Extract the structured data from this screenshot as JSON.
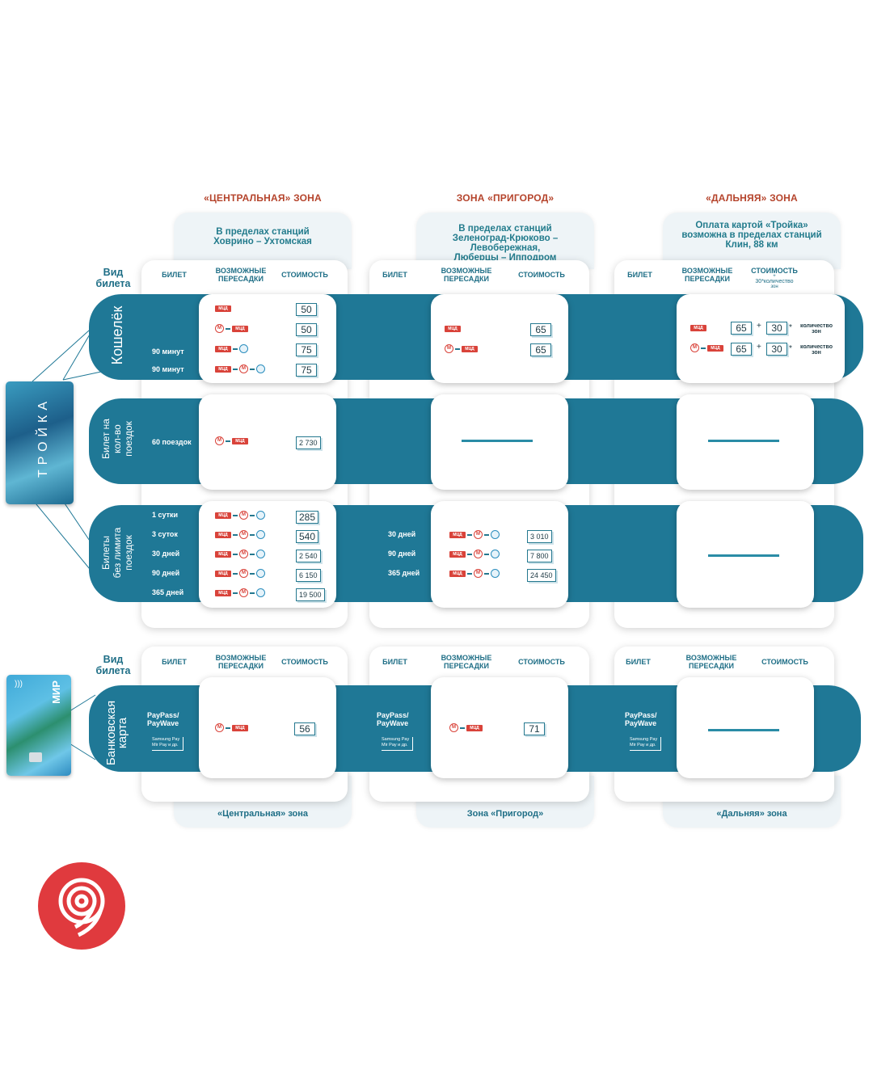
{
  "zones": [
    {
      "title": "«ЦЕНТРАЛЬНАЯ» ЗОНА",
      "desc": [
        "В пределах станций",
        "Ховрино – Ухтомская"
      ],
      "footer": "«Центральная» зона"
    },
    {
      "title": "ЗОНА «ПРИГОРОД»",
      "desc": [
        "В пределах станций",
        "Зеленоград-Крюково – Левобережная,",
        "Люберцы – Ипподром"
      ],
      "footer": "Зона «Пригород»"
    },
    {
      "title": "«ДАЛЬНЯЯ» ЗОНА",
      "desc": [
        "Оплата картой «Тройка»",
        "возможна в пределах станций",
        "Клин, 88 км"
      ],
      "footer": "«Дальняя» зона"
    }
  ],
  "headers": {
    "vid": [
      "Вид",
      "билета"
    ],
    "bilet": "БИЛЕТ",
    "transfers": [
      "ВОЗМОЖНЫЕ",
      "ПЕРЕСАДКИ"
    ],
    "cost": "СТОИМОСТЬ",
    "cost_far": [
      "СТОИМОСТЬ",
      "+",
      "30*количество",
      "зон"
    ]
  },
  "rows": {
    "wallet": {
      "label": "Кошелёк",
      "central_tickets": [
        "",
        "",
        "90 минут",
        "90 минут"
      ],
      "central_prices": [
        "50",
        "50",
        "75",
        "75"
      ],
      "suburb_prices": [
        "65",
        "65"
      ],
      "far_prices": [
        "65",
        "30",
        "65",
        "30"
      ],
      "far_qty": "количество зон"
    },
    "trips": {
      "label": [
        "Билет на",
        "кол-во",
        "поездок"
      ],
      "central_ticket": "60 поездок",
      "central_price": "2 730"
    },
    "unlimited": {
      "label": [
        "Билеты",
        "без лимита",
        "поездок"
      ],
      "central_tickets": [
        "1 сутки",
        "3 суток",
        "30 дней",
        "90 дней",
        "365 дней"
      ],
      "central_prices": [
        "285",
        "540",
        "2 540",
        "6 150",
        "19 500"
      ],
      "suburb_tickets": [
        "30 дней",
        "90 дней",
        "365 дней"
      ],
      "suburb_prices": [
        "3 010",
        "7 800",
        "24 450"
      ]
    },
    "bank": {
      "label": [
        "Банковская",
        "карта"
      ],
      "pay": [
        "PayPass/",
        "PayWave"
      ],
      "pay_sub": [
        "Samsung Pay",
        "Mir Pay и др."
      ],
      "central_price": "56",
      "suburb_price": "71"
    }
  },
  "cards": {
    "troika": "ТРОЙКА",
    "mir": "МИР"
  },
  "icons": {
    "mcd": "МЦД",
    "metro": "М"
  },
  "colors": {
    "band": "#1f7896",
    "zone_title": "#b5442c",
    "mcd_red": "#d9433a",
    "logo_red": "#e03a3e"
  }
}
